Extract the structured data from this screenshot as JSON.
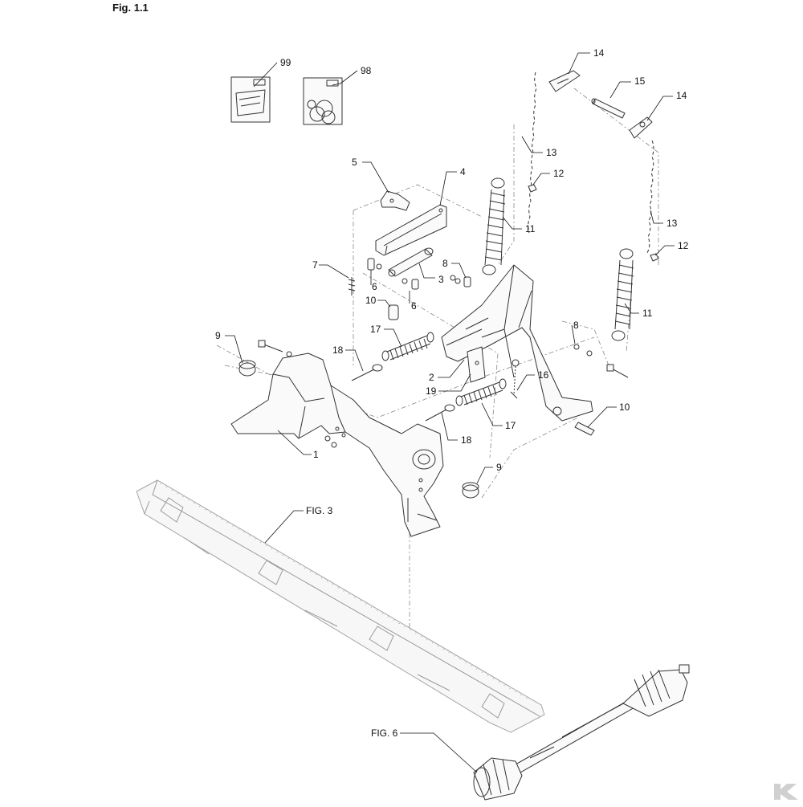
{
  "figure": {
    "title": "Fig. 1.1"
  },
  "callouts": [
    {
      "id": "c99",
      "label": "99"
    },
    {
      "id": "c98",
      "label": "98"
    },
    {
      "id": "c14a",
      "label": "14"
    },
    {
      "id": "c15",
      "label": "15"
    },
    {
      "id": "c14b",
      "label": "14"
    },
    {
      "id": "c13a",
      "label": "13"
    },
    {
      "id": "c5",
      "label": "5"
    },
    {
      "id": "c4",
      "label": "4"
    },
    {
      "id": "c12a",
      "label": "12"
    },
    {
      "id": "c11a",
      "label": "11"
    },
    {
      "id": "c13b",
      "label": "13"
    },
    {
      "id": "c12b",
      "label": "12"
    },
    {
      "id": "c7",
      "label": "7"
    },
    {
      "id": "c6a",
      "label": "6"
    },
    {
      "id": "c8a",
      "label": "8"
    },
    {
      "id": "c3",
      "label": "3"
    },
    {
      "id": "c10a",
      "label": "10"
    },
    {
      "id": "c6b",
      "label": "6"
    },
    {
      "id": "c11b",
      "label": "11"
    },
    {
      "id": "c17a",
      "label": "17"
    },
    {
      "id": "c9a",
      "label": "9"
    },
    {
      "id": "c8b",
      "label": "8"
    },
    {
      "id": "c18a",
      "label": "18"
    },
    {
      "id": "c2",
      "label": "2"
    },
    {
      "id": "c16",
      "label": "16"
    },
    {
      "id": "c19",
      "label": "19"
    },
    {
      "id": "c10b",
      "label": "10"
    },
    {
      "id": "c17b",
      "label": "17"
    },
    {
      "id": "c1",
      "label": "1"
    },
    {
      "id": "c18b",
      "label": "18"
    },
    {
      "id": "c9b",
      "label": "9"
    },
    {
      "id": "cfig3",
      "label": "FIG. 3"
    },
    {
      "id": "cfig6",
      "label": "FIG. 6"
    }
  ],
  "colors": {
    "line": "#333333",
    "faint": "#9a9a9a",
    "text": "#111111",
    "watermark": "#d0d0d0"
  },
  "watermark": {
    "icon": "k-logo-icon"
  }
}
